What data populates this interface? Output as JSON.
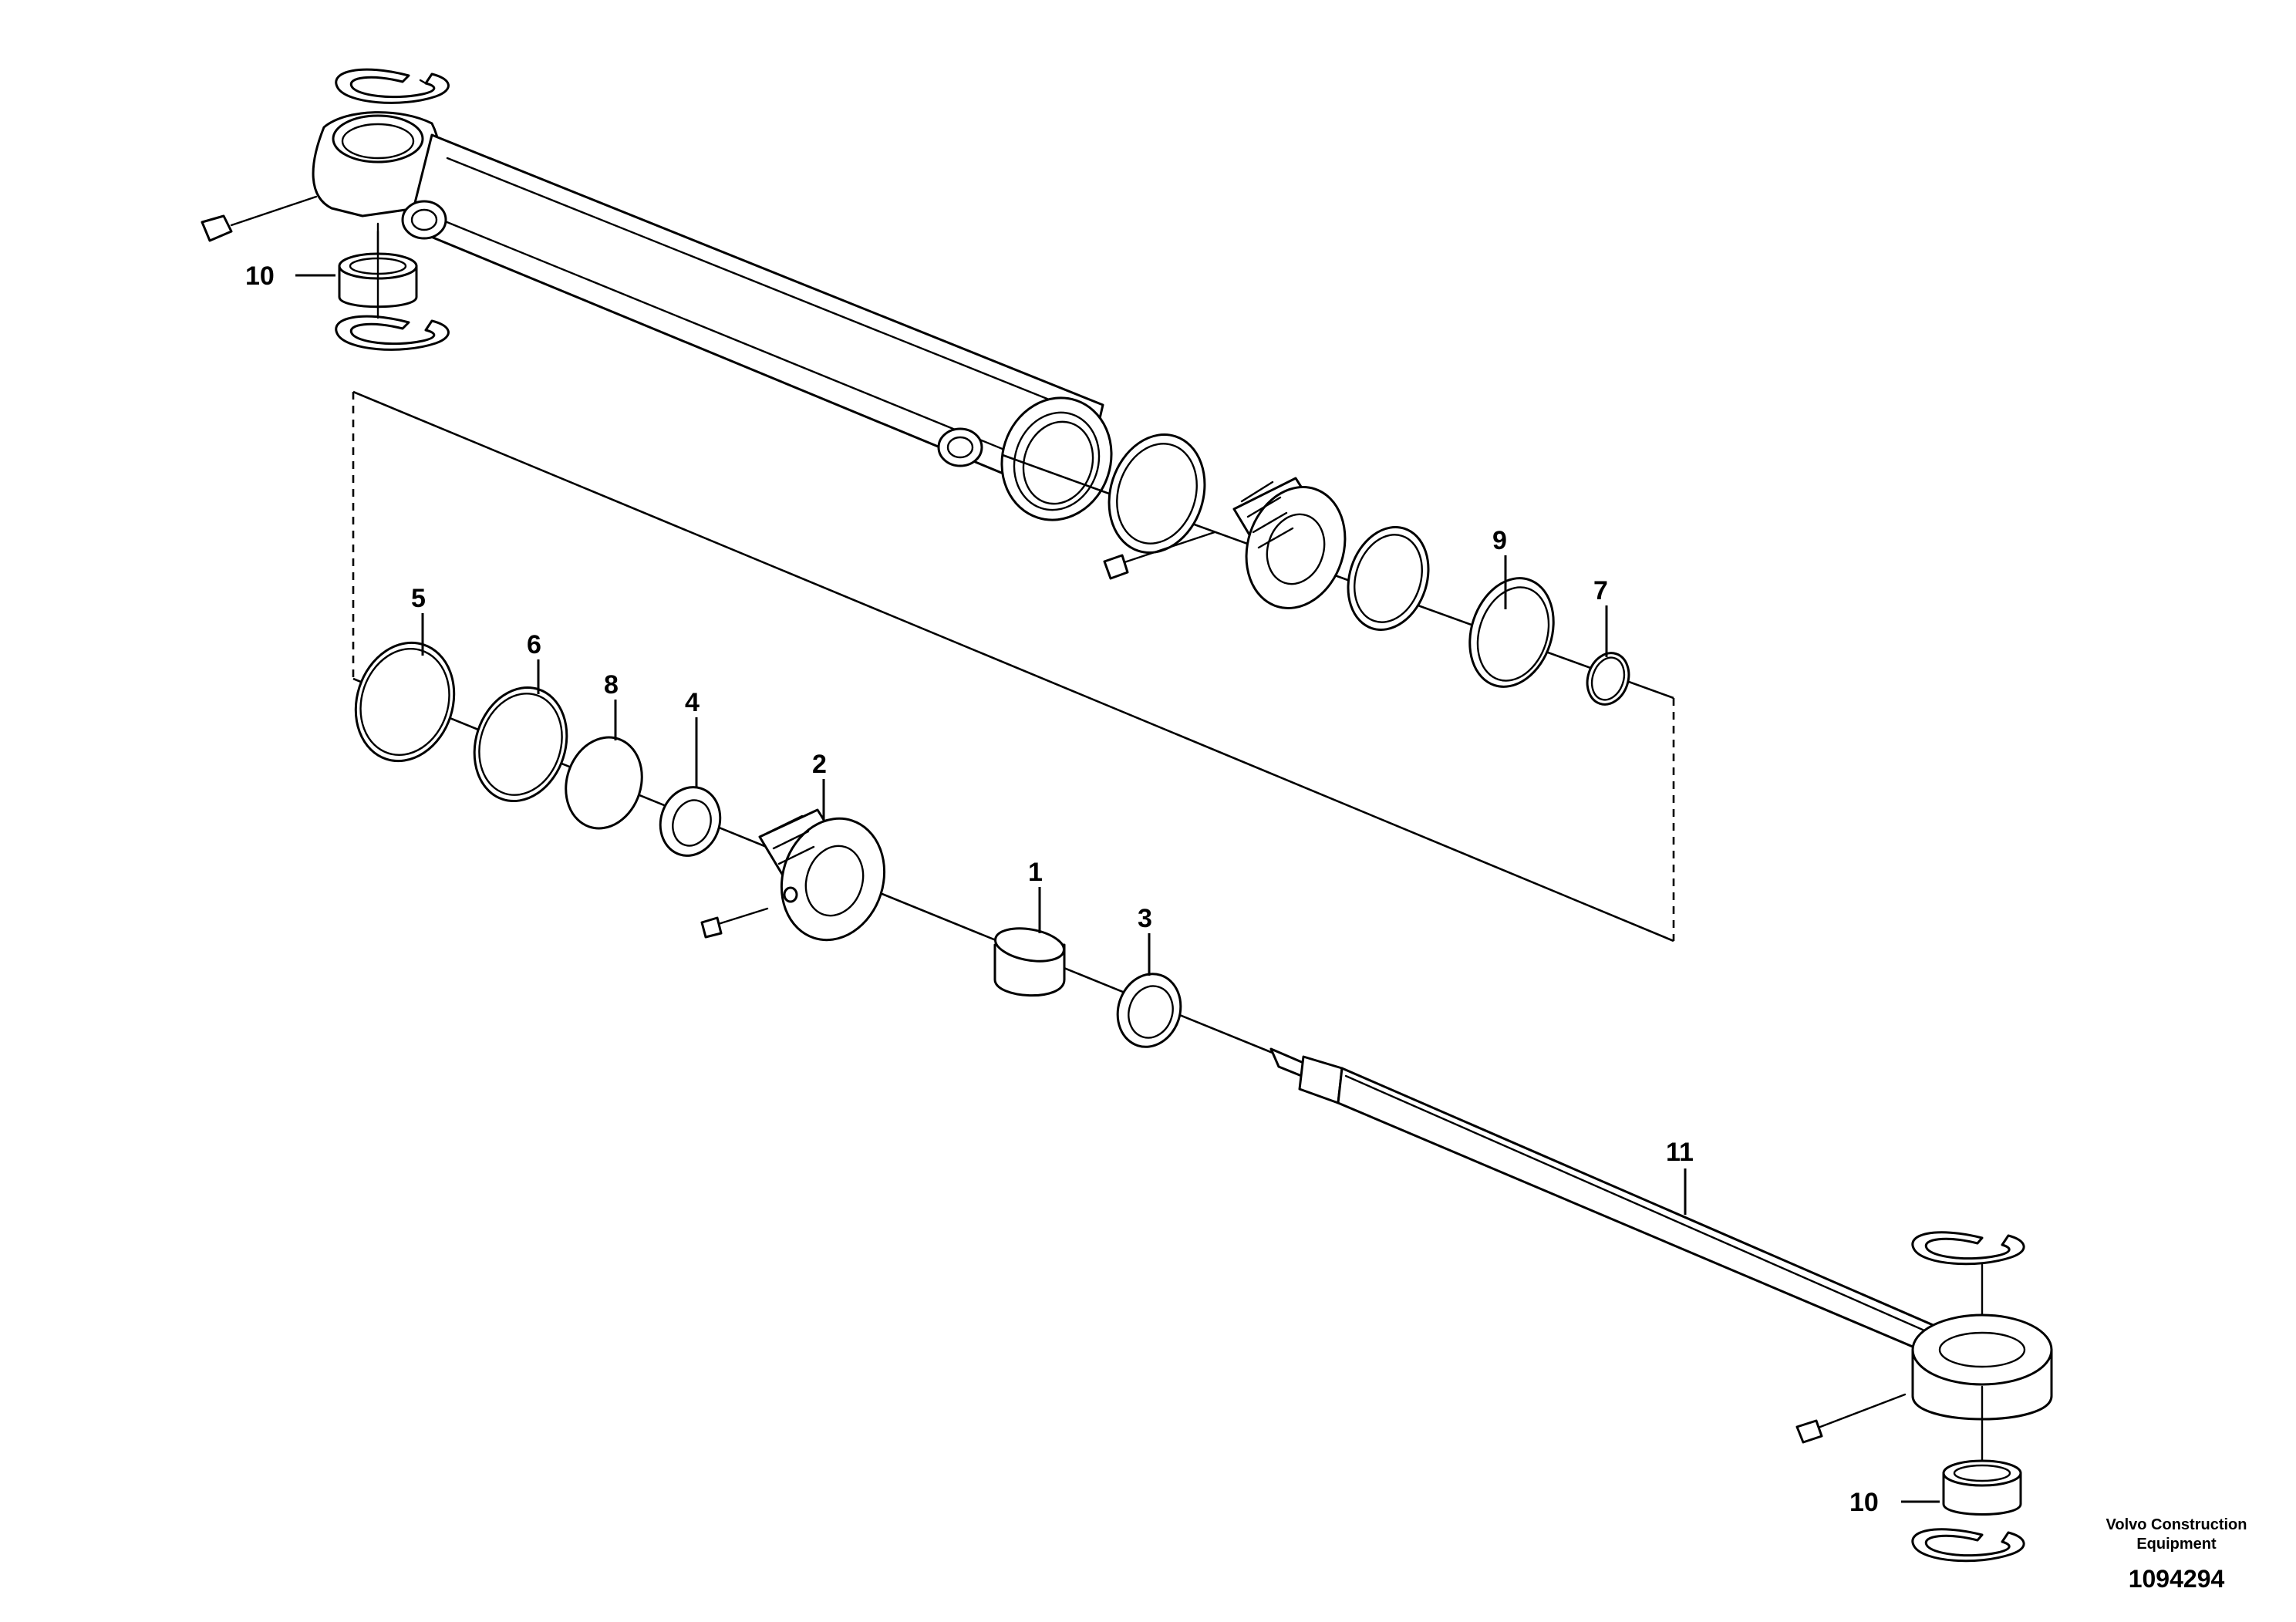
{
  "diagram": {
    "callouts": {
      "c1": "1",
      "c2": "2",
      "c3": "3",
      "c4": "4",
      "c5": "5",
      "c6": "6",
      "c7": "7",
      "c8": "8",
      "c9": "9",
      "c10_top": "10",
      "c10_bottom": "10",
      "c11": "11"
    },
    "brand_line1": "Volvo Construction",
    "brand_line2": "Equipment",
    "document_number": "1094294"
  }
}
